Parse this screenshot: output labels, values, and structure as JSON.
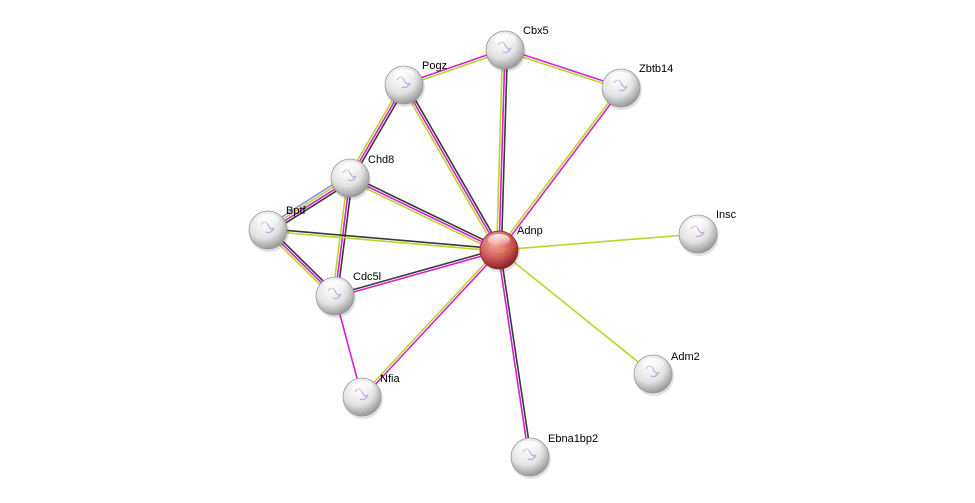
{
  "colors": {
    "black": "#3a3a3a",
    "magenta": "#d61fd6",
    "yellow": "#b8d62a",
    "blue": "#8c8cf0",
    "query": "#c9403f",
    "node": "#e4e4e4"
  },
  "nodes": [
    {
      "id": "Cbx5",
      "label": "Cbx5",
      "query": false
    },
    {
      "id": "Pogz",
      "label": "Pogz",
      "query": false
    },
    {
      "id": "Zbtb14",
      "label": "Zbtb14",
      "query": false
    },
    {
      "id": "Chd8",
      "label": "Chd8",
      "query": false
    },
    {
      "id": "Bptf",
      "label": "Bptf",
      "query": false
    },
    {
      "id": "Adnp",
      "label": "Adnp",
      "query": true
    },
    {
      "id": "Insc",
      "label": "Insc",
      "query": false
    },
    {
      "id": "Cdc5l",
      "label": "Cdc5l",
      "query": false
    },
    {
      "id": "Adm2",
      "label": "Adm2",
      "query": false
    },
    {
      "id": "Nfia",
      "label": "Nfia",
      "query": false
    },
    {
      "id": "Ebna1bp2",
      "label": "Ebna1bp2",
      "query": false
    }
  ],
  "edges": [
    {
      "a": "Pogz",
      "b": "Cbx5",
      "ev": [
        "magenta",
        "yellow"
      ]
    },
    {
      "a": "Cbx5",
      "b": "Zbtb14",
      "ev": [
        "magenta",
        "yellow"
      ]
    },
    {
      "a": "Cbx5",
      "b": "Adnp",
      "ev": [
        "black",
        "magenta",
        "yellow"
      ]
    },
    {
      "a": "Pogz",
      "b": "Chd8",
      "ev": [
        "black",
        "magenta",
        "yellow"
      ]
    },
    {
      "a": "Pogz",
      "b": "Adnp",
      "ev": [
        "black",
        "magenta",
        "yellow"
      ]
    },
    {
      "a": "Zbtb14",
      "b": "Adnp",
      "ev": [
        "magenta",
        "yellow"
      ]
    },
    {
      "a": "Chd8",
      "b": "Bptf",
      "ev": [
        "black",
        "magenta",
        "yellow",
        "blue"
      ]
    },
    {
      "a": "Chd8",
      "b": "Adnp",
      "ev": [
        "black",
        "magenta",
        "yellow"
      ]
    },
    {
      "a": "Chd8",
      "b": "Cdc5l",
      "ev": [
        "black",
        "magenta",
        "yellow"
      ]
    },
    {
      "a": "Bptf",
      "b": "Adnp",
      "ev": [
        "black",
        "yellow"
      ]
    },
    {
      "a": "Bptf",
      "b": "Cdc5l",
      "ev": [
        "black",
        "magenta",
        "yellow"
      ]
    },
    {
      "a": "Cdc5l",
      "b": "Adnp",
      "ev": [
        "black",
        "magenta"
      ]
    },
    {
      "a": "Cdc5l",
      "b": "Nfia",
      "ev": [
        "magenta"
      ]
    },
    {
      "a": "Adnp",
      "b": "Nfia",
      "ev": [
        "magenta",
        "yellow"
      ]
    },
    {
      "a": "Adnp",
      "b": "Ebna1bp2",
      "ev": [
        "black",
        "magenta"
      ]
    },
    {
      "a": "Adnp",
      "b": "Insc",
      "ev": [
        "yellow"
      ]
    },
    {
      "a": "Adnp",
      "b": "Adm2",
      "ev": [
        "yellow"
      ]
    }
  ]
}
